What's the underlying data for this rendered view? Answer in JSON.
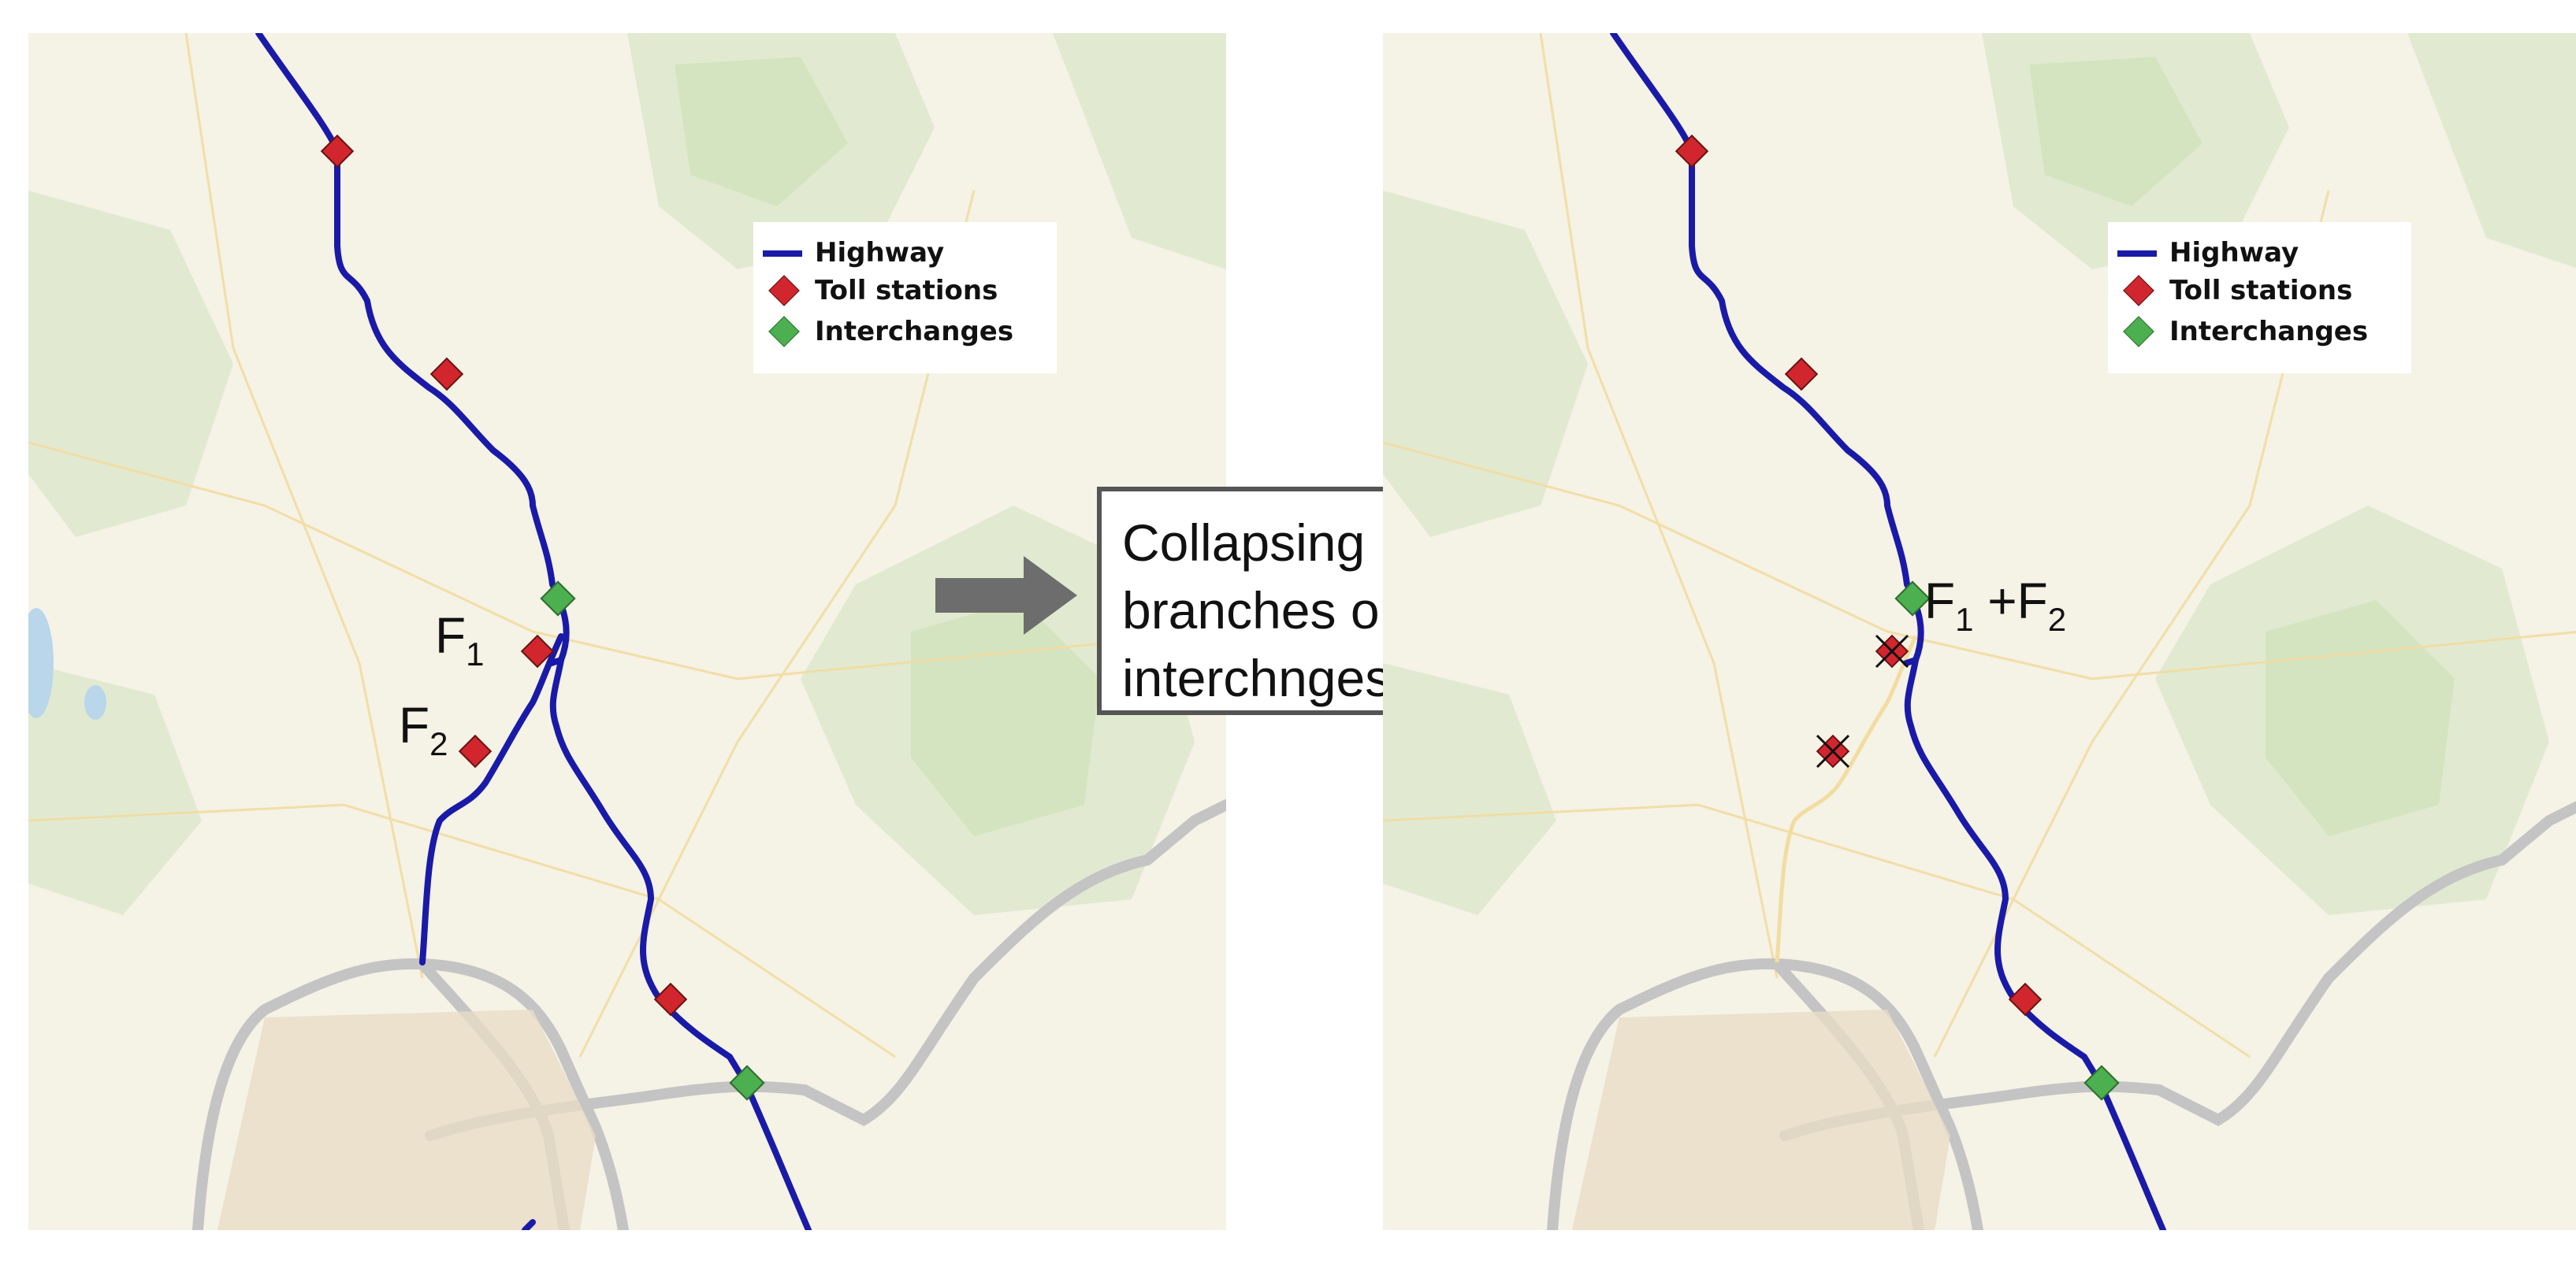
{
  "legend": {
    "highway": "Highway",
    "toll_stations": "Toll stations",
    "interchanges": "Interchanges"
  },
  "colors": {
    "highway": "#1a1aa8",
    "toll_station": "#d2262f",
    "interchange": "#4caf50",
    "arrow": "#6d6d6d"
  },
  "left_labels": {
    "f1": "F",
    "f1_sub": "1",
    "f2": "F",
    "f2_sub": "2"
  },
  "right_labels": {
    "f1": "F",
    "f1_sub": "1",
    "plus": " +F",
    "f2_sub": "2"
  },
  "center_box": {
    "line1": "Collapsing",
    "line2": "branches on",
    "line3": "interchnges"
  },
  "icons": [
    "arrow-right-icon",
    "toll-station-icon",
    "interchange-icon",
    "removed-toll-station-icon"
  ]
}
